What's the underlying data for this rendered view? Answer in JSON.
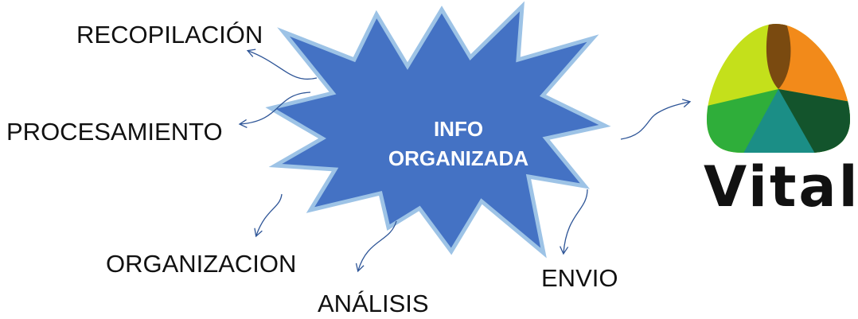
{
  "center": {
    "line1": "INFO",
    "line2": "ORGANIZADA"
  },
  "labels": {
    "recopilacion": "RECOPILACIÓN",
    "procesamiento": "PROCESAMIENTO",
    "organizacion": "ORGANIZACION",
    "analisis": "ANÁLISIS",
    "envio": "ENVIO"
  },
  "logo": {
    "text": "Vital"
  },
  "colors": {
    "starFill": "#4472c4",
    "starStroke": "#9dc3e6",
    "arrow": "#2e5597",
    "text": "#111111",
    "logoYellowGreen": "#c4e01b",
    "logoOrange": "#f28a1a",
    "logoBrown": "#7a4a10",
    "logoGreen": "#2fae3a",
    "logoTeal": "#1b8e86",
    "logoDarkGreen": "#13542c"
  }
}
